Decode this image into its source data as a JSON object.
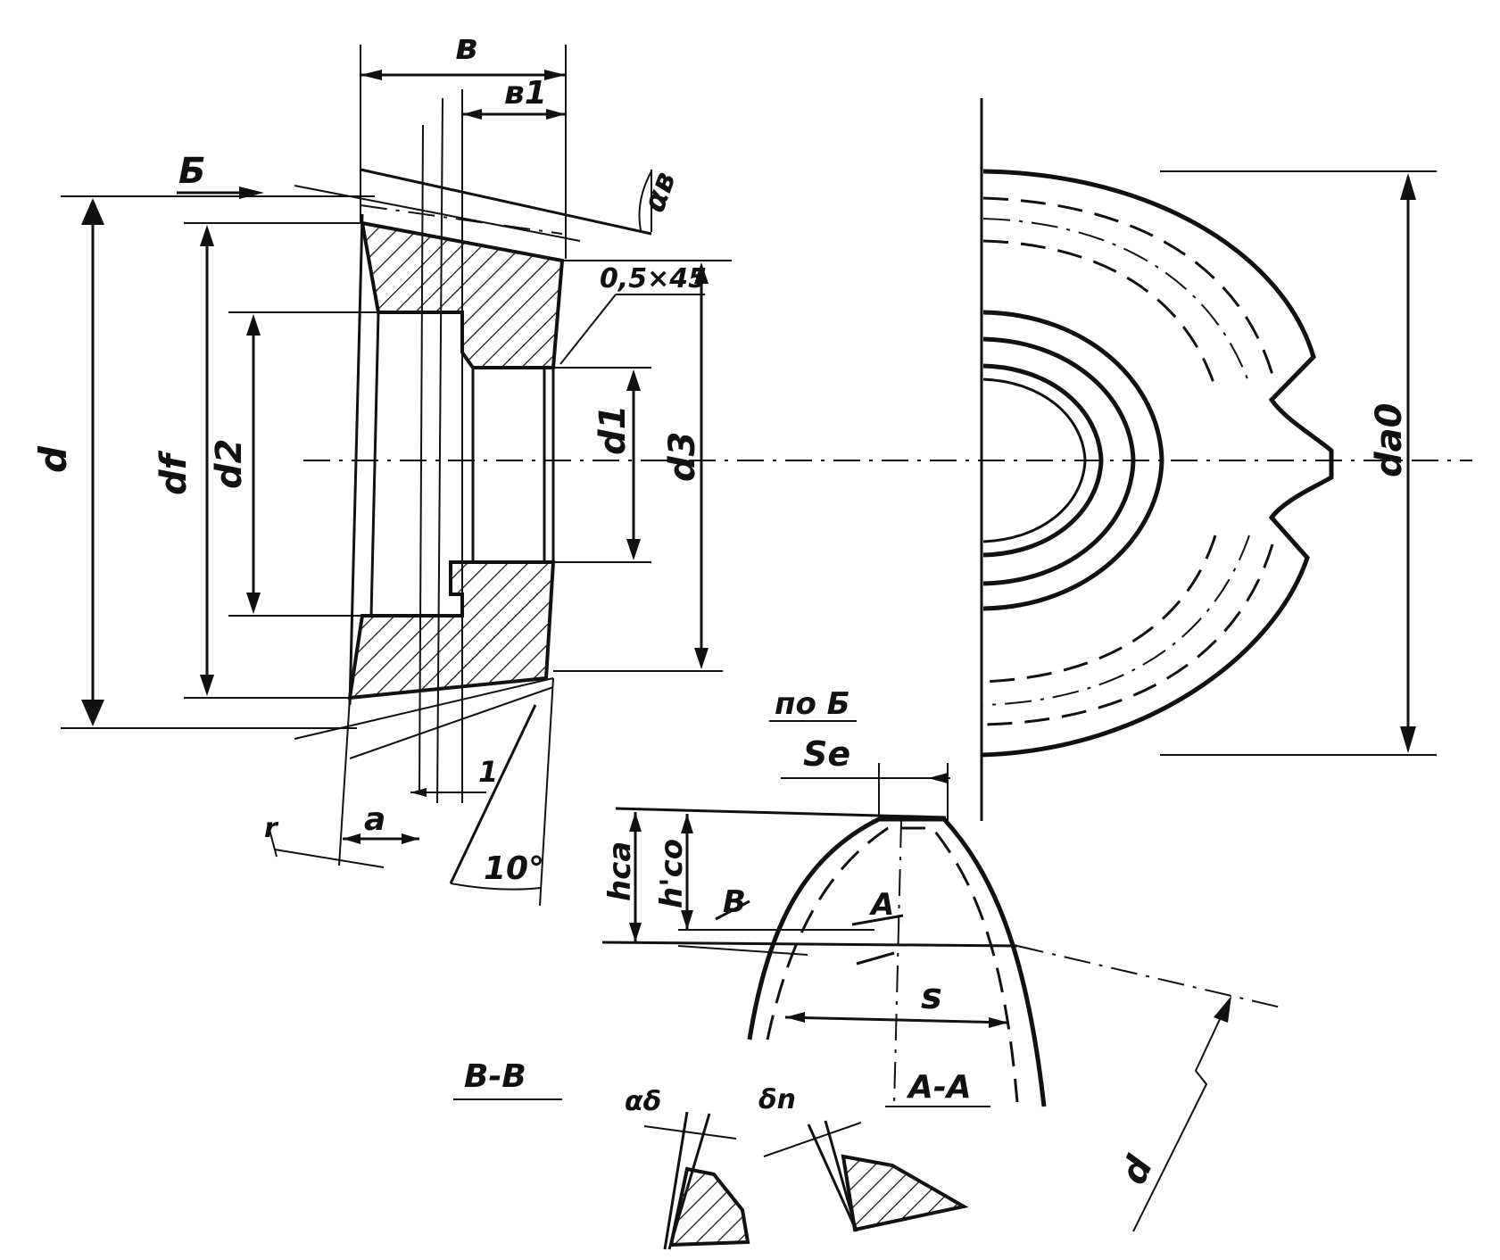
{
  "labels": {
    "width_b": "в",
    "width_b1": "в1",
    "view_arrow_b": "Б",
    "alpha_b": "αв",
    "chamfer": "0,5×45",
    "dia_d": "d",
    "dia_df": "df",
    "dia_d2": "d2",
    "dia_d1": "d1",
    "dia_d3": "d3",
    "dia_da0": "da0",
    "dim_a": "a",
    "dim_r": "r",
    "dim_1": "1",
    "angle_10": "10°",
    "view_po_b": "по Б",
    "se": "Se",
    "hca": "hca",
    "hco": "h'co",
    "sec_v": "В",
    "sec_a": "А",
    "dim_s": "s",
    "section_vv": "В-В",
    "section_aa": "А-А",
    "alpha_delta": "αδ",
    "delta_n": "δn",
    "dia_d_arc": "d"
  }
}
